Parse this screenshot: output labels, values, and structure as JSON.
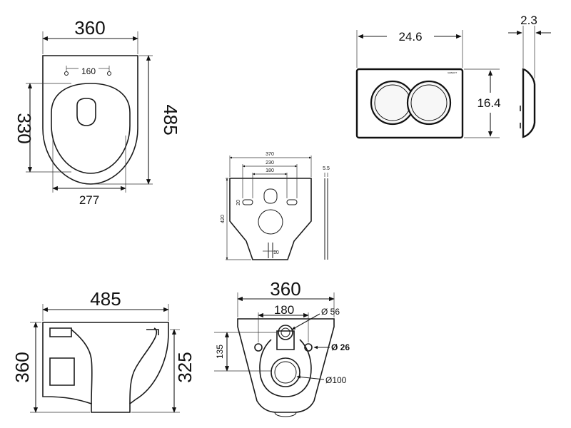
{
  "top_view": {
    "width": "360",
    "length": "485",
    "seat_length": "330",
    "seat_width": "277",
    "bolt_spacing": "160"
  },
  "flush_plate": {
    "width": "24.6",
    "height": "16.4",
    "depth": "2.3",
    "brand_mark": "GEBERIT"
  },
  "mount_plate": {
    "total_width": "370",
    "mid_width": "230",
    "inner_width": "180",
    "height": "420",
    "hole_dim": "20",
    "pipe_dim": "10",
    "thickness": "5.5"
  },
  "side_view": {
    "length": "485",
    "height": "360",
    "height_to_rim": "325"
  },
  "rear_view": {
    "width": "360",
    "bolt_spacing": "180",
    "inlet_height": "135",
    "inlet_diameter": "Ø 56",
    "bolt_hole_diameter": "Ø 26",
    "outlet_diameter": "Ø100"
  },
  "colors": {
    "line": "#1a1a1a",
    "background": "#ffffff"
  }
}
